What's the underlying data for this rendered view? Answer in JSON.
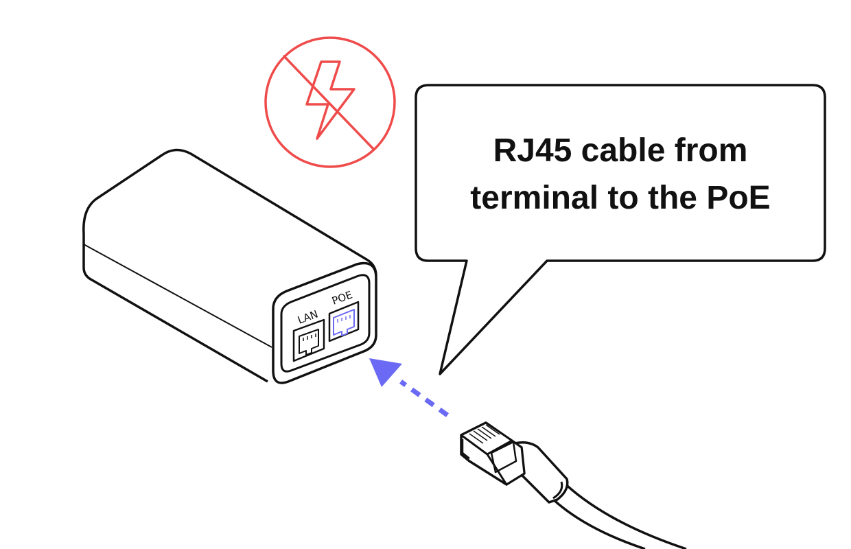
{
  "callout": {
    "line1": "RJ45 cable from",
    "line2": "terminal to the PoE"
  },
  "device": {
    "port_lan_label": "LAN",
    "port_poe_label": "POE"
  },
  "colors": {
    "outline": "#111111",
    "warning": "#EF4B4B",
    "accent": "#6A6AF4",
    "background": "#FFFFFF"
  },
  "icons": {
    "no_power": "no-power-icon",
    "arrow": "insert-direction-arrow"
  }
}
